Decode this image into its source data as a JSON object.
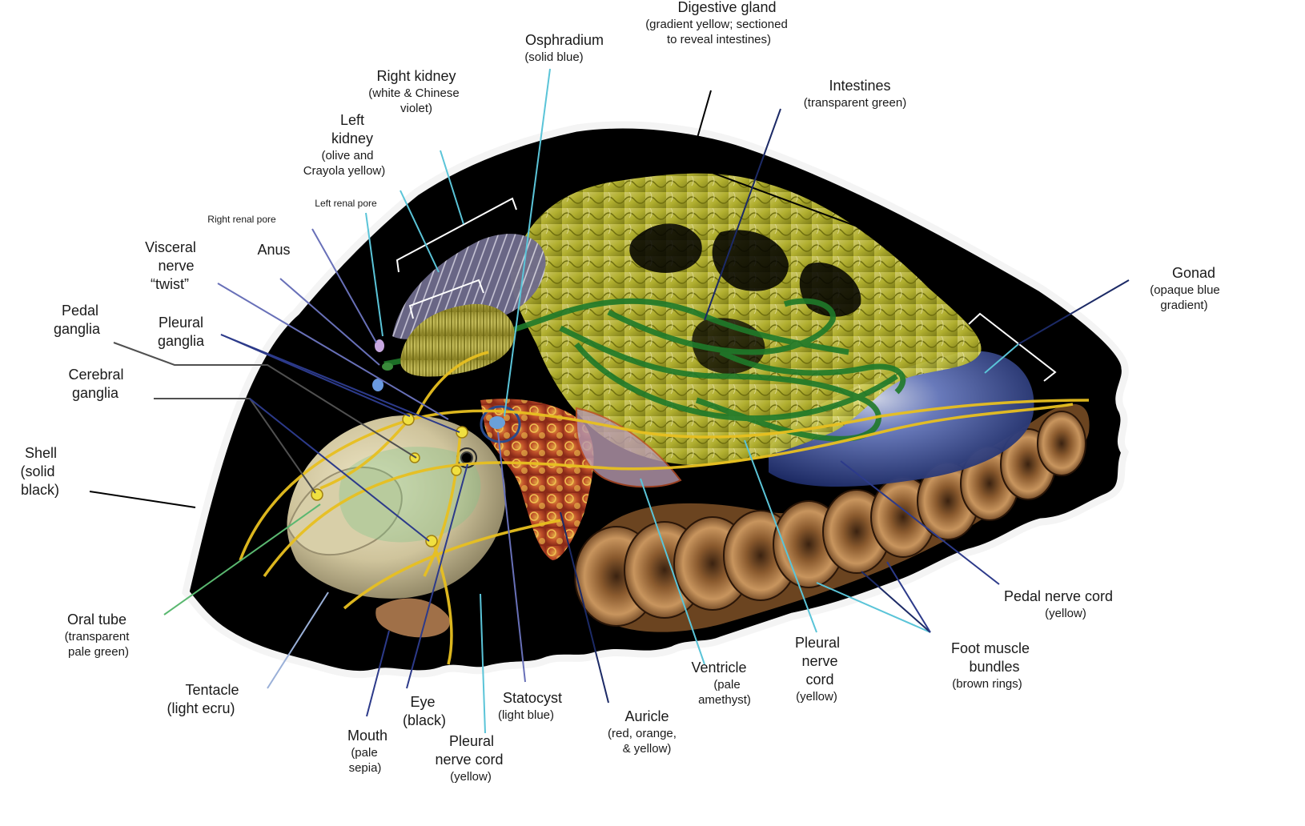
{
  "diagram": {
    "labels": {
      "digestive_gland": {
        "title": "Digestive gland",
        "note1": "(gradient yellow; sectioned",
        "note2": "to reveal intestines)"
      },
      "osphradium": {
        "title": "Osphradium",
        "note": "(solid blue)"
      },
      "right_kidney": {
        "title": "Right kidney",
        "note1": "(white & Chinese",
        "note2": "violet)"
      },
      "intestines": {
        "title": "Intestines",
        "note": "(transparent green)"
      },
      "left_kidney": {
        "title1": "Left",
        "title2": "kidney",
        "note1": "(olive and",
        "note2": "Crayola yellow)"
      },
      "left_renal_pore": {
        "title": "Left renal pore"
      },
      "right_renal_pore": {
        "title": "Right renal pore"
      },
      "anus": {
        "title": "Anus"
      },
      "visceral_nerve": {
        "title1": "Visceral",
        "title2": "nerve",
        "title3": "“twist”"
      },
      "pedal_ganglia": {
        "title1": "Pedal",
        "title2": "ganglia"
      },
      "pleural_ganglia": {
        "title1": "Pleural",
        "title2": "ganglia"
      },
      "cerebral_ganglia": {
        "title1": "Cerebral",
        "title2": "ganglia"
      },
      "gonad": {
        "title": "Gonad",
        "note1": "(opaque blue",
        "note2": "gradient)"
      },
      "shell": {
        "title1": "Shell",
        "title2": "(solid",
        "title3": "black)"
      },
      "oral_tube": {
        "title": "Oral tube",
        "note1": "(transparent",
        "note2": "pale green)"
      },
      "tentacle": {
        "title1": "Tentacle",
        "title2": "(light ecru)"
      },
      "mouth": {
        "title": "Mouth",
        "note1": "(pale",
        "note2": "sepia)"
      },
      "eye": {
        "title1": "Eye",
        "title2": "(black)"
      },
      "statocyst": {
        "title": "Statocyst",
        "note": "(light blue)"
      },
      "pleural_nerve_cord_left": {
        "title1": "Pleural",
        "title2": "nerve cord",
        "note": "(yellow)"
      },
      "auricle": {
        "title": "Auricle",
        "note1": "(red, orange,",
        "note2": "& yellow)"
      },
      "ventricle": {
        "title": "Ventricle",
        "note1": "(pale",
        "note2": "amethyst)"
      },
      "pleural_nerve_cord_right": {
        "title1": "Pleural",
        "title2": "nerve",
        "title3": "cord",
        "note": "(yellow)"
      },
      "foot_muscle": {
        "title1": "Foot muscle",
        "title2": "bundles",
        "note": "(brown rings)"
      },
      "pedal_nerve_cord": {
        "title": "Pedal nerve cord",
        "note": "(yellow)"
      }
    },
    "colors": {
      "shell": "#000000",
      "shell_outline": "#f4f4f4",
      "digestive_gland": "#c9c83a",
      "intestines": "#1f7a2a",
      "right_kidney": "#8a86a8",
      "left_kidney": "#b9b04a",
      "gonad": "#4a5fa8",
      "auricle": "#c0502a",
      "ventricle": "#b89ab0",
      "foot_muscle": "#8a5a2e",
      "tentacle": "#d8cfa8",
      "mouth": "#a07048",
      "nerve": "#e8c020",
      "osphradium": "#3a78c8"
    }
  }
}
